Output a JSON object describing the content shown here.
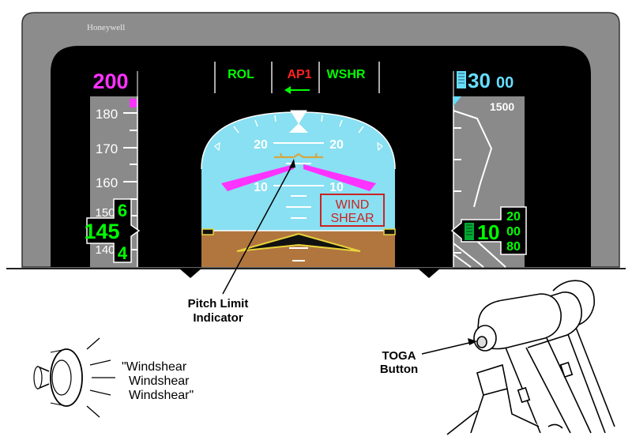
{
  "bezel": {
    "brand": "Honeywell"
  },
  "fma": {
    "lateral_mode": "ROL",
    "autopilot": "AP1",
    "windshear_mode": "WSHR"
  },
  "airspeed": {
    "selected": "200",
    "scale_labels": [
      "180",
      "170",
      "160",
      "150",
      "140"
    ],
    "current": "145",
    "drum_upper": "6",
    "drum_lower": "4"
  },
  "altitude": {
    "selected_prefix": "30",
    "selected_suffix": "00",
    "top_label": "1500",
    "current_thousands": "1",
    "current_hundreds": "0",
    "drum_upper": "20",
    "drum_mid": "00",
    "drum_lower": "80"
  },
  "attitude": {
    "pitch_labels_upper_left": "20",
    "pitch_labels_upper_right": "20",
    "pitch_labels_mid_left": "10",
    "pitch_labels_mid_right": "10",
    "windshear_alert_line1": "WIND",
    "windshear_alert_line2": "SHEAR"
  },
  "callouts": {
    "pitch_limit_line1": "Pitch Limit",
    "pitch_limit_line2": "Indicator",
    "toga_line1": "TOGA",
    "toga_line2": "Button"
  },
  "aural": {
    "line1": "\"Windshear",
    "line2": "Windshear",
    "line3": "Windshear\""
  },
  "colors": {
    "magenta": "#ff33ff",
    "green": "#00ff00",
    "cyan": "#66ddff",
    "red_alert": "#cc2222",
    "sky": "#88e0f2",
    "ground": "#b0763e",
    "bezel": "#8a8a8a"
  }
}
